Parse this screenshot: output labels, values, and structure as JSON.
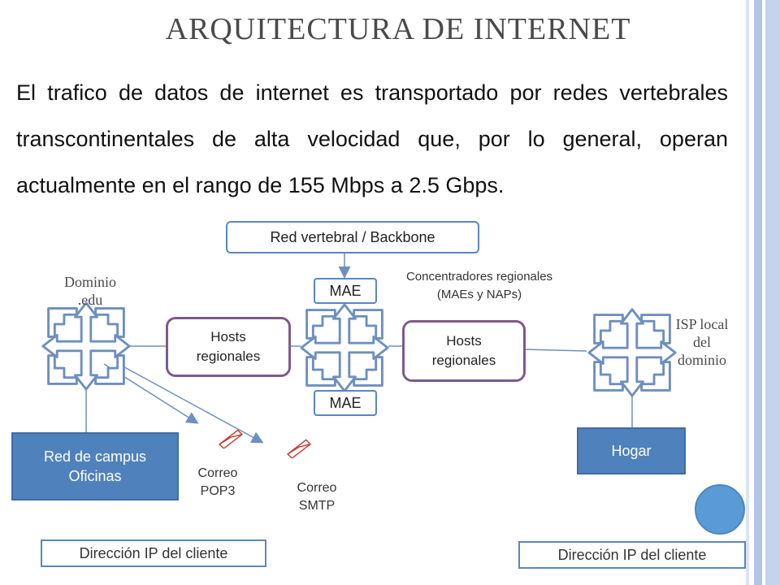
{
  "slide": {
    "title": "ARQUITECTURA DE INTERNET",
    "paragraph": "El trafico de datos de internet es transportado por redes vertebrales transcontinentales de alta velocidad que, por lo general, operan actualmente en el rango de 155 Mbps a 2.5 Gbps."
  },
  "nodes": {
    "backbone": "Red vertebral / Backbone",
    "concentradores_line1": "Concentradores regionales",
    "concentradores_line2": "(MAEs y NAPs)",
    "mae_top": "MAE",
    "mae_bottom": "MAE",
    "hosts_left_line1": "Hosts",
    "hosts_left_line2": "regionales",
    "hosts_right_line1": "Hosts",
    "hosts_right_line2": "regionales",
    "dominio_line1": "Dominio",
    "dominio_line2": ".edu",
    "isp_line1": "ISP local",
    "isp_line2": "del",
    "isp_line3": "dominio",
    "campus_line1": "Red de campus",
    "campus_line2": "Oficinas",
    "hogar": "Hogar",
    "correo_pop3_line1": "Correo",
    "correo_pop3_line2": "POP3",
    "correo_smtp_line1": "Correo",
    "correo_smtp_line2": "SMTP",
    "ip_left": "Dirección IP del cliente",
    "ip_right": "Dirección IP del cliente"
  },
  "icons": {
    "router": "four-way-arrow-icon",
    "mail": "mail-envelope-icon",
    "decor": "blue-circle"
  },
  "colors": {
    "accent_blue": "#4f81bd",
    "outline_blue": "#5b86c0",
    "purple": "#7d5a8c",
    "router_fill": "#ffffff",
    "router_stroke": "#6e8fbf"
  }
}
